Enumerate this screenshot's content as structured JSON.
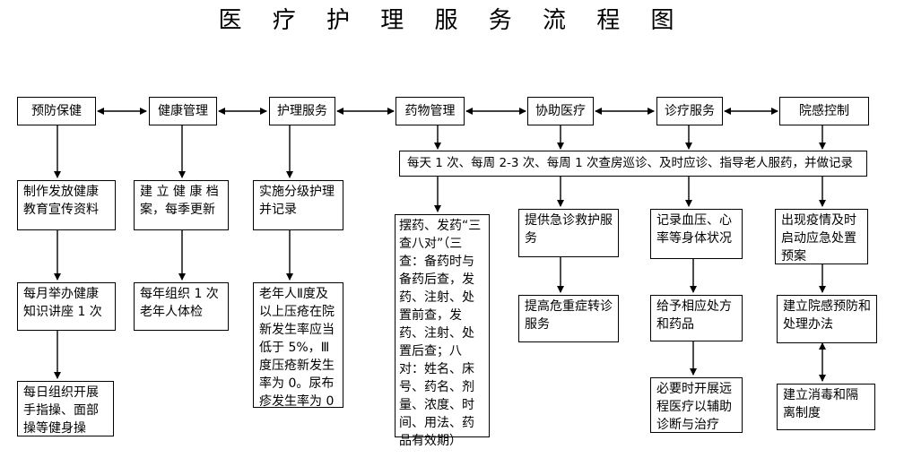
{
  "title": "医 疗 护 理 服 务 流 程 图",
  "categories": [
    "预防保健",
    "健康管理",
    "护理服务",
    "药物管理",
    "协助医疗",
    "诊疗服务",
    "院感控制"
  ],
  "shared_box": "每天 1 次、每周 2-3 次、每周 1 次查房巡诊、及时应诊、指导老人服药，并做记录",
  "prevention": [
    "制作发放健康教育宣传资料",
    "每月举办健康知识讲座 1 次",
    "每日组织开展手指操、面部操等健身操"
  ],
  "health_mgmt": [
    "建 立 健 康 档案，每季更新",
    "每年组织 1 次老年人体检"
  ],
  "nursing": [
    "实施分级护理并记录",
    "老年人Ⅱ度及以上压疮在院新发生率应当低于 5%，Ⅲ度压疮新发生率为 0。尿布疹发生率为 0"
  ],
  "medication": "摆药、发药“三查八对”（三查：备药时与备药后查，发药、注射、处置前查，发药、注射、处置后查；八对：姓名、床号、药名、剂量、浓度、时间、用法、药品有效期）",
  "assist": [
    "提供急诊救护服务",
    "提高危重症转诊服务"
  ],
  "diagnosis": [
    "记录血压、心率等身体状况",
    "给予相应处方和药品",
    "必要时开展远程医疗以辅助诊断与治疗"
  ],
  "infection": [
    "出现疫情及时启动应急处置预案",
    "建立院感预防和处理办法",
    "建立消毒和隔离制度"
  ]
}
